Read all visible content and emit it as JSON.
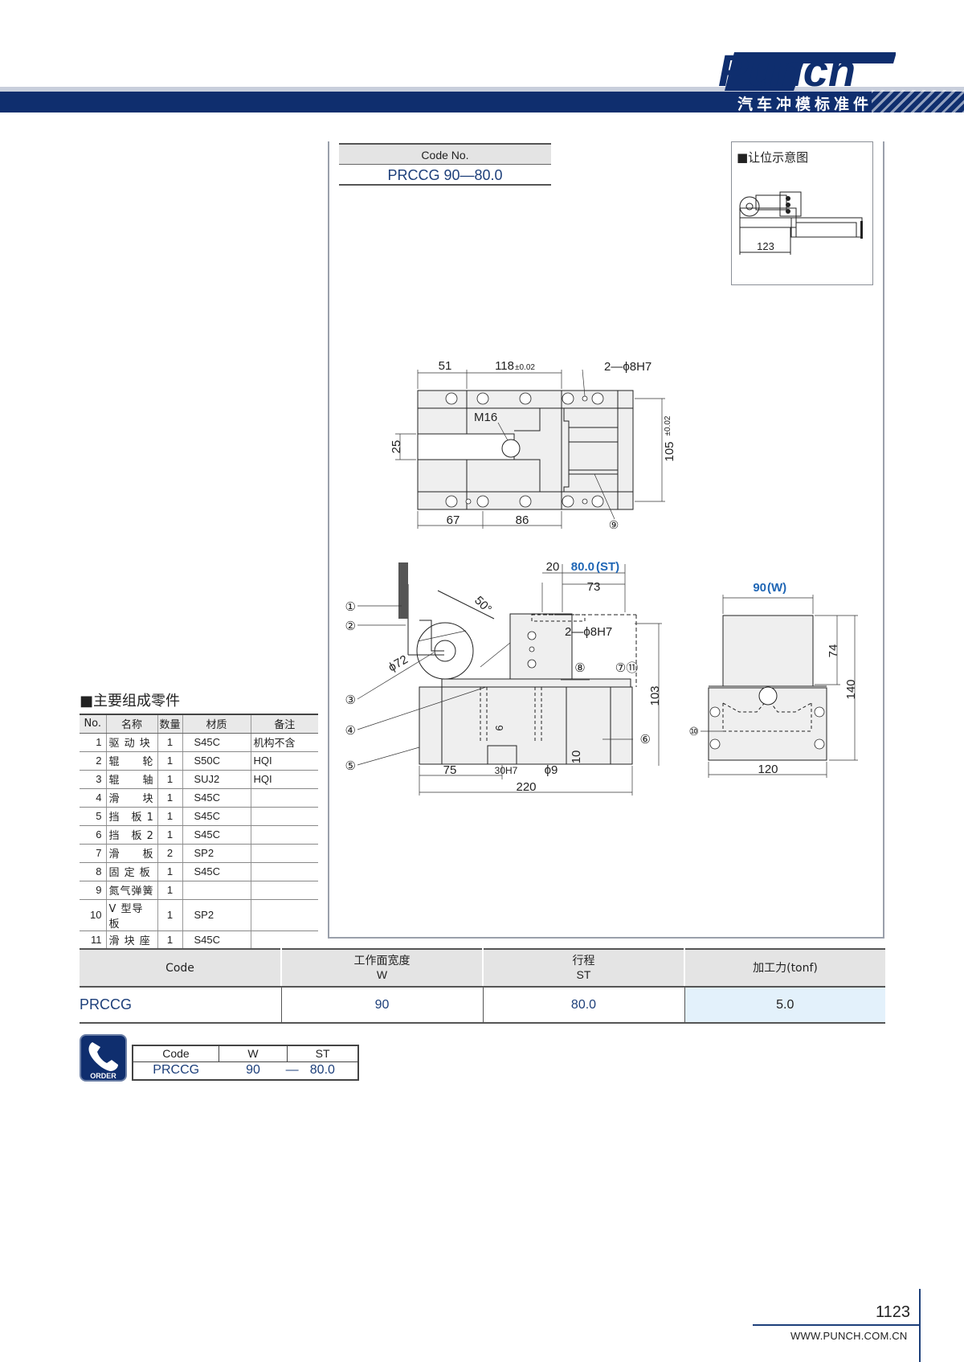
{
  "brand": {
    "logo_text": "Punch",
    "subtitle": "汽车冲模标准件"
  },
  "code_no": {
    "header": "Code No.",
    "value": "PRCCG 90—80.0"
  },
  "clearance": {
    "title": "■让位示意图",
    "dim": "123"
  },
  "top_view": {
    "dims": {
      "d51": "51",
      "d118": "118",
      "d118_tol": "±0.02",
      "pin_hole": "2—ϕ8H7",
      "thread": "M16",
      "d25": "25",
      "d105": "105",
      "d105_tol": "±0.02",
      "d67": "67",
      "d86": "86",
      "ref9": "⑨"
    }
  },
  "front_view": {
    "dims": {
      "d20": "20",
      "st_value": "80.0",
      "st_label": "(ST)",
      "d73": "73",
      "angle": "50°",
      "pin_hole": "2—ϕ8H7",
      "phi72": "ϕ72",
      "d103": "103",
      "d6": "6",
      "d10": "10",
      "d75": "75",
      "d30h7": "30H7",
      "phi9": "ϕ9",
      "d220": "220"
    },
    "refs": [
      "①",
      "②",
      "③",
      "④",
      "⑤",
      "⑥",
      "⑦⑪",
      "⑧"
    ]
  },
  "side_view": {
    "dims": {
      "w_value": "90",
      "w_label": "(W)",
      "d74": "74",
      "d140": "140",
      "d120": "120",
      "ref10": "⑩"
    }
  },
  "parts": {
    "title": "■主要组成零件",
    "headers": [
      "No.",
      "名称",
      "数量",
      "材质",
      "备注"
    ],
    "rows": [
      [
        "1",
        "驱 动 块",
        "1",
        "S45C",
        "机构不含"
      ],
      [
        "2",
        "辊　　轮",
        "1",
        "S50C",
        "HQI"
      ],
      [
        "3",
        "辊　　轴",
        "1",
        "SUJ2",
        "HQI"
      ],
      [
        "4",
        "滑　　块",
        "1",
        "S45C",
        ""
      ],
      [
        "5",
        "挡　板 1",
        "1",
        "S45C",
        ""
      ],
      [
        "6",
        "挡　板 2",
        "1",
        "S45C",
        ""
      ],
      [
        "7",
        "滑　　板",
        "2",
        "SP2",
        ""
      ],
      [
        "8",
        "固 定 板",
        "1",
        "S45C",
        ""
      ],
      [
        "9",
        "氮气弹簧",
        "1",
        "",
        ""
      ],
      [
        "10",
        "V 型导板",
        "1",
        "SP2",
        ""
      ],
      [
        "11",
        "滑 块 座",
        "1",
        "S45C",
        ""
      ]
    ]
  },
  "spec": {
    "headers": [
      {
        "top": "Code",
        "bottom": ""
      },
      {
        "top": "工作面宽度",
        "bottom": "W"
      },
      {
        "top": "行程",
        "bottom": "ST"
      },
      {
        "top": "加工力(tonf)",
        "bottom": ""
      }
    ],
    "row": [
      "PRCCG",
      "90",
      "80.0",
      "5.0"
    ]
  },
  "order": {
    "icon_label": "ORDER",
    "headers": [
      "Code",
      "W",
      "ST"
    ],
    "values": [
      "PRCCG",
      "90",
      "—",
      "80.0"
    ]
  },
  "footer": {
    "page": "1123",
    "site": "WWW.PUNCH.COM.CN"
  },
  "colors": {
    "navy": "#0f2e6e",
    "accent_blue": "#1d3f7a",
    "highlight": "#e3f1fb",
    "dim_blue": "#1f66b5"
  }
}
